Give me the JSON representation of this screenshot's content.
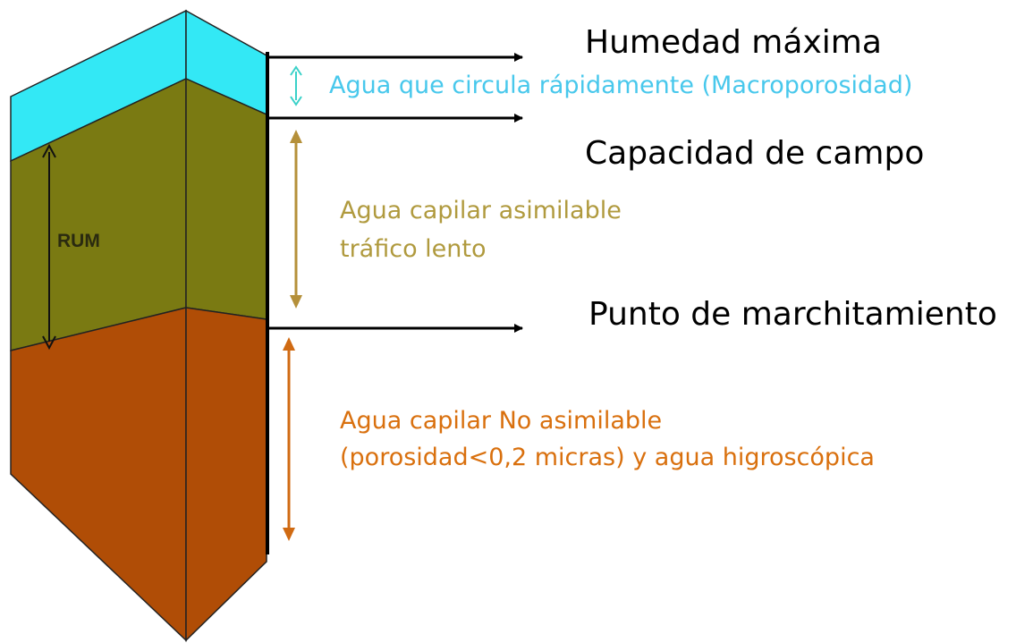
{
  "colors": {
    "water": "#33e8f5",
    "capillary_usable": "#7a7a12",
    "capillary_unusable": "#b04d06",
    "cyan_text": "#48c8ec",
    "olive_text": "#b09a3e",
    "orange_text": "#d9700e",
    "arrow_cyan": "#3ad1c8",
    "arrow_olive": "#b5903a",
    "arrow_orange": "#d06a12"
  },
  "levels": {
    "field_max": "Humedad máxima",
    "field_capacity": "Capacidad de campo",
    "wilting_point": "Punto de marchitamiento"
  },
  "zones": {
    "fast_water": "Agua que circula rápidamente (Macroporosidad)",
    "usable_line1": "Agua capilar asimilable",
    "usable_line2": "tráfico lento",
    "unusable_line1": "Agua capilar No asimilable",
    "unusable_line2": "(porosidad<0,2 micras) y agua higroscópica"
  },
  "column": {
    "rum_label": "RUM"
  }
}
